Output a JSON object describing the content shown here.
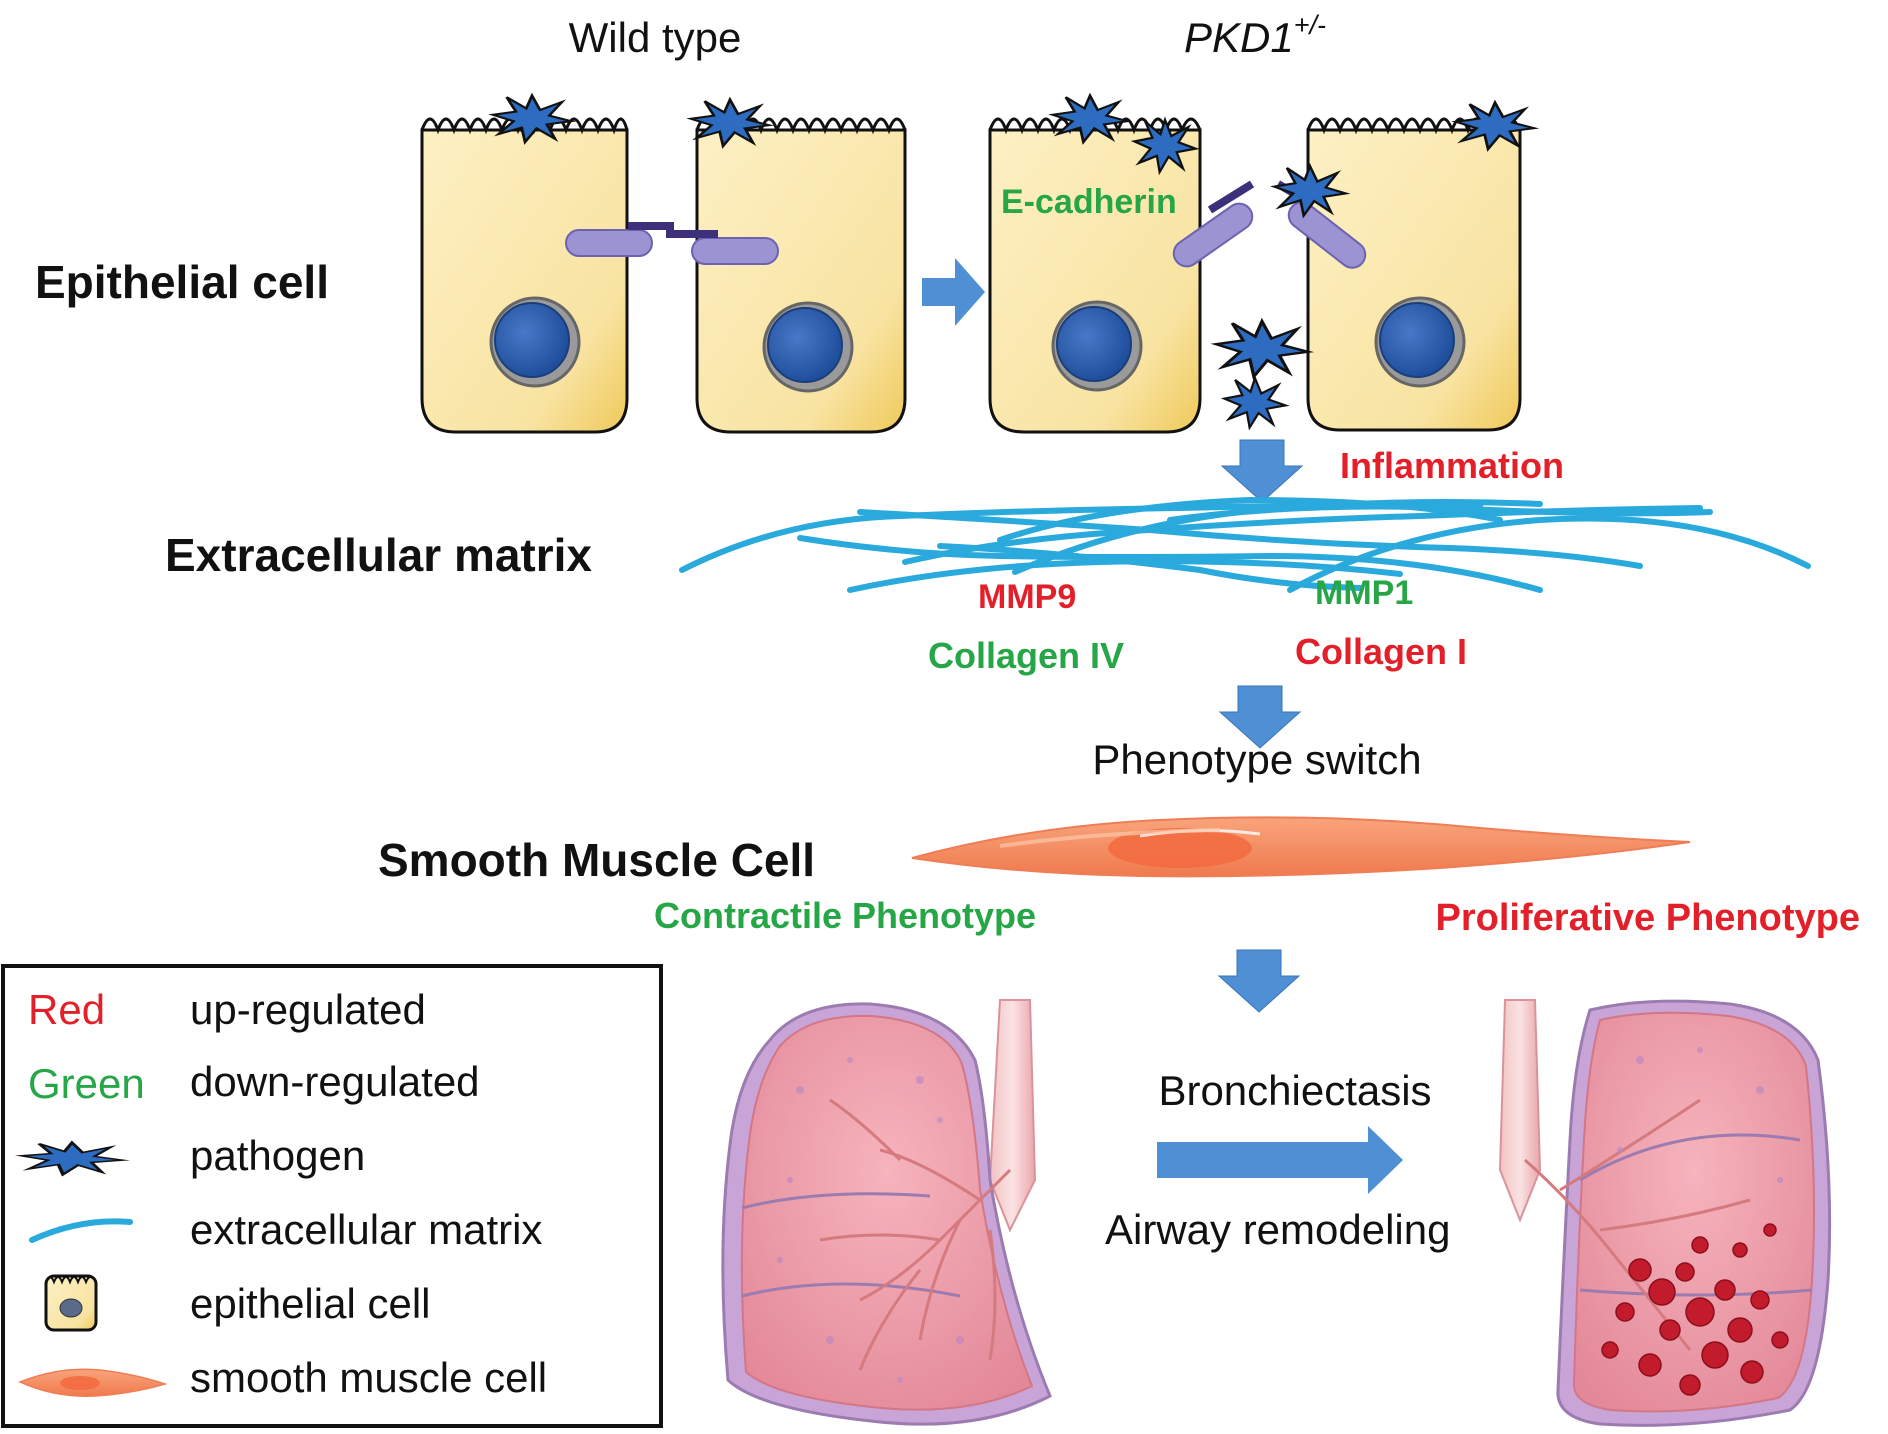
{
  "headers": {
    "wild_type": "Wild type",
    "mutant_base": "PKD1",
    "mutant_sup": "+/-"
  },
  "row_labels": {
    "epithelial": "Epithelial cell",
    "ecm": "Extracellular matrix",
    "smooth_muscle": "Smooth Muscle Cell"
  },
  "markers": {
    "e_cadherin": "E-cadherin",
    "inflammation": "Inflammation",
    "mmp9": "MMP9",
    "mmp1": "MMP1",
    "collagen_iv": "Collagen IV",
    "collagen_i": "Collagen I",
    "contractile": "Contractile Phenotype",
    "proliferative": "Proliferative Phenotype"
  },
  "process": {
    "phenotype_switch": "Phenotype switch",
    "bronchiectasis": "Bronchiectasis",
    "airway_remodeling": "Airway remodeling"
  },
  "legend": {
    "red_key": "Red",
    "red_desc": "up-regulated",
    "green_key": "Green",
    "green_desc": "down-regulated",
    "pathogen": "pathogen",
    "ecm": "extracellular matrix",
    "epithelial": "epithelial cell",
    "smc": "smooth muscle cell"
  },
  "colors": {
    "up_regulated": "#e3202a",
    "down_regulated": "#27a647",
    "arrow": "#4f8fd4",
    "fiber": "#2aa9dd",
    "cell_fill": "#fbebb5",
    "pathogen": "#2d6cc0",
    "smc": "#f4956a",
    "lung": "#f0a2ad"
  }
}
